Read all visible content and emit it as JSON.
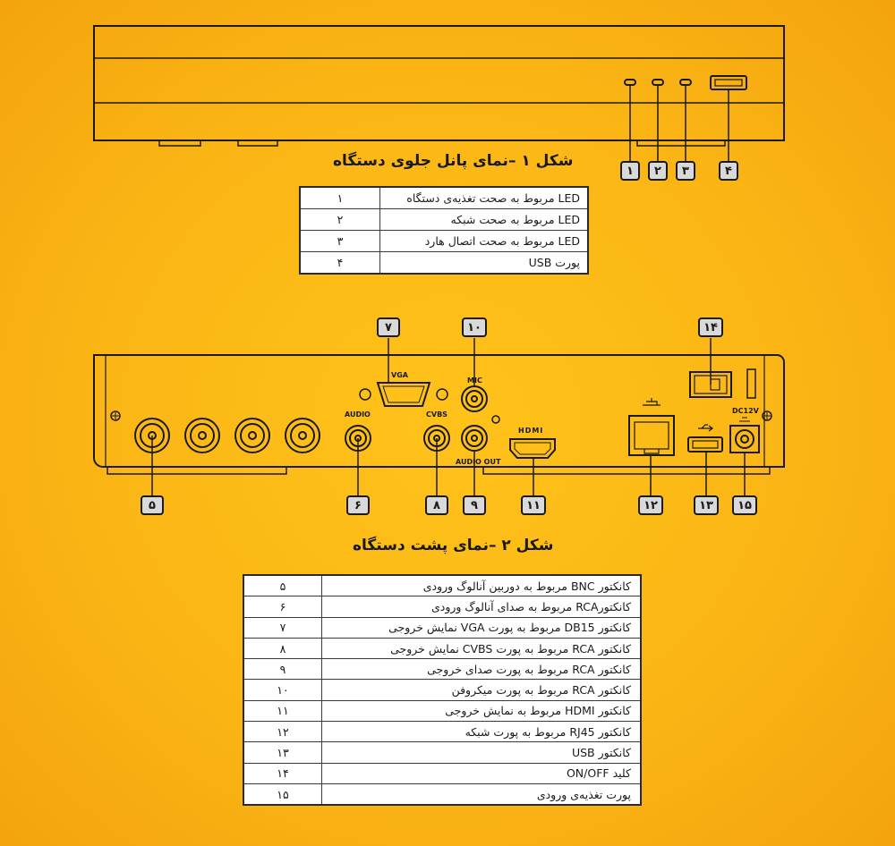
{
  "figure1": {
    "caption": "شکل ۱ –نمای پانل جلوی دستگاه",
    "callouts": [
      "۱",
      "۲",
      "۳",
      "۴"
    ],
    "rows": [
      {
        "num": "۱",
        "desc": "LED مربوط به صحت تغذیه‌ی دستگاه"
      },
      {
        "num": "۲",
        "desc": "LED مربوط به صحت شبکه"
      },
      {
        "num": "۳",
        "desc": "LED مربوط به صحت اتصال هارد"
      },
      {
        "num": "۴",
        "desc": "پورت USB"
      }
    ]
  },
  "figure2": {
    "caption": "شکل ۲ –نمای پشت دستگاه",
    "callouts": [
      "۵",
      "۶",
      "۷",
      "۸",
      "۹",
      "۱۰",
      "۱۱",
      "۱۲",
      "۱۳",
      "۱۴",
      "۱۵"
    ],
    "panel_labels": {
      "vga": "VGA",
      "audio": "AUDIO",
      "cvbs": "CVBS",
      "mic": "MIC",
      "audio_out": "AUDIO OUT",
      "hdmi": "HDMI",
      "dc": "DC12V"
    },
    "rows": [
      {
        "num": "۵",
        "desc": "کانکتور BNC  مربوط به دوربین آنالوگ ورودی"
      },
      {
        "num": "۶",
        "desc": "کانکتورRCA مربوط به صدای آنالوگ ورودی"
      },
      {
        "num": "۷",
        "desc": "کانکتور DB15 مربوط به پورت VGA نمایش خروجی"
      },
      {
        "num": "۸",
        "desc": "کانکتور RCA  مربوط به پورت CVBS نمایش خروجی"
      },
      {
        "num": "۹",
        "desc": "کانکتور RCA مربوط به پورت صدای خروجی"
      },
      {
        "num": "۱۰",
        "desc": "کانکتور RCA مربوط به پورت میکروفن"
      },
      {
        "num": "۱۱",
        "desc": "کانکتور HDMI مربوط به نمایش خروجی"
      },
      {
        "num": "۱۲",
        "desc": "کانکتور RJ45  مربوط به پورت شبکه"
      },
      {
        "num": "۱۳",
        "desc": "کانکتور USB"
      },
      {
        "num": "۱۴",
        "desc": "کلید ON/OFF"
      },
      {
        "num": "۱۵",
        "desc": "پورت تغذیه‌ی ورودی"
      }
    ]
  },
  "colors": {
    "background": "#fbb615",
    "line": "#1a1a1a",
    "callout_box": "#d9d9d9",
    "table_bg": "#ffffff"
  }
}
